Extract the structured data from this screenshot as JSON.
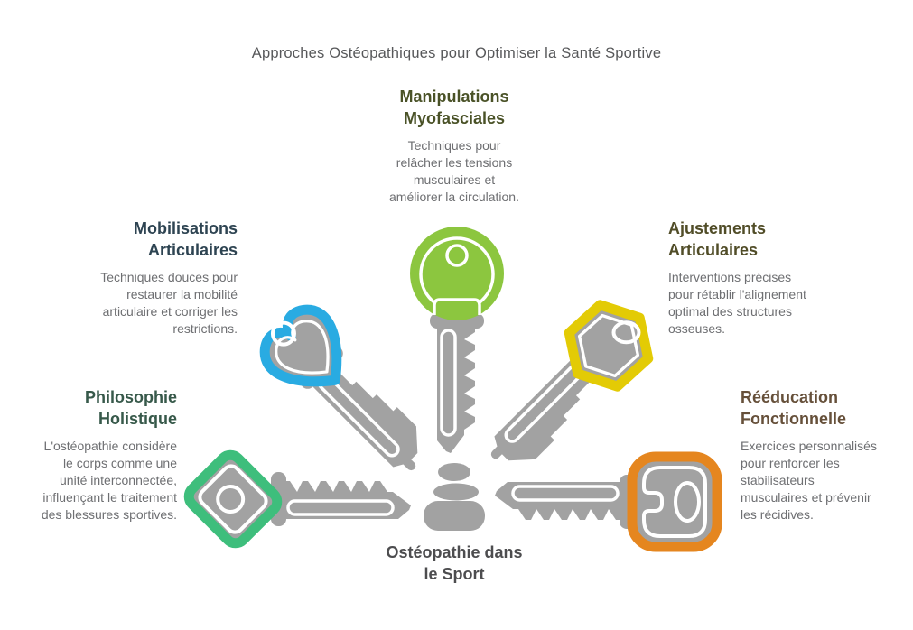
{
  "title": "Approches Ostéopathiques pour Optimiser la Santé Sportive",
  "colors": {
    "key_gray": "#A2A2A2",
    "lime": "#8CC63F",
    "blue": "#29ABE2",
    "yellow": "#E3CB05",
    "emerald": "#3EBE7C",
    "orange": "#E5861F",
    "heading_manipulations": "#4A5227",
    "heading_mobilisations": "#2E4452",
    "heading_ajustements": "#514D28",
    "heading_philosophie": "#37594A",
    "heading_reeducation": "#66503A",
    "heading_center": "#4D4D4F",
    "body_text": "#6E6F72",
    "title_text": "#57585A"
  },
  "sections": {
    "manipulations": {
      "heading": "Manipulations\nMyofasciales",
      "body": "Techniques pour\nrelâcher les tensions\nmusculaires et\naméliorer la circulation."
    },
    "mobilisations": {
      "heading": "Mobilisations\nArticulaires",
      "body": "Techniques douces pour\nrestaurer la mobilité\narticulaire et corriger les\nrestrictions."
    },
    "ajustements": {
      "heading": "Ajustements\nArticulaires",
      "body": "Interventions précises\npour rétablir l'alignement\noptimal des structures\nosseuses."
    },
    "philosophie": {
      "heading": "Philosophie\nHolistique",
      "body": "L'ostéopathie considère\nle corps comme une\nunité interconnectée,\ninfluençant le traitement\ndes blessures sportives."
    },
    "reeducation": {
      "heading": "Rééducation\nFonctionnelle",
      "body": "Exercices personnalisés\npour renforcer les\nstabilisateurs\nmusculaires et prévenir\nles récidives."
    },
    "center": {
      "heading": "Ostéopathie dans\nle Sport"
    }
  }
}
